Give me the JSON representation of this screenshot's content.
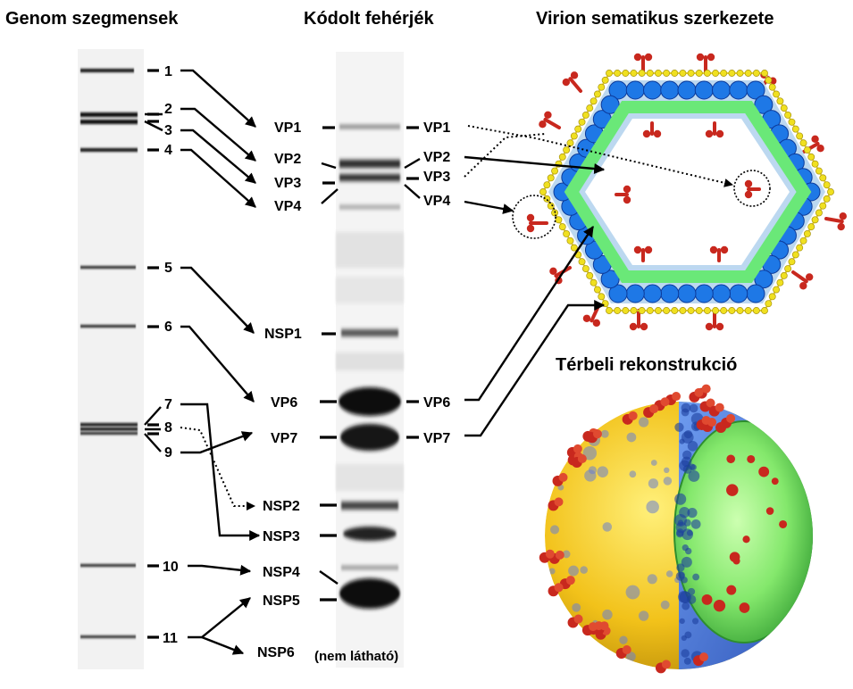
{
  "titles": {
    "genome": "Genom szegmensek",
    "proteins": "Kódolt fehérjék",
    "virion": "Virion sematikus szerkezete",
    "reconstruction": "Térbeli rekonstrukció"
  },
  "segments": [
    "1",
    "2",
    "3",
    "4",
    "5",
    "6",
    "7",
    "8",
    "9",
    "10",
    "11"
  ],
  "proteins_left": [
    "VP1",
    "VP2",
    "VP3",
    "VP4",
    "NSP1",
    "VP6",
    "VP7",
    "NSP2",
    "NSP3",
    "NSP4",
    "NSP5",
    "NSP6"
  ],
  "proteins_right": [
    "VP1",
    "VP2",
    "VP3",
    "VP4",
    "VP6",
    "VP7"
  ],
  "note": "(nem látható)",
  "colors": {
    "outer_layer": "#f0e020",
    "middle_layer": "#1e78e6",
    "inner_layer": "#70ee80",
    "spike": "#c8281e"
  }
}
